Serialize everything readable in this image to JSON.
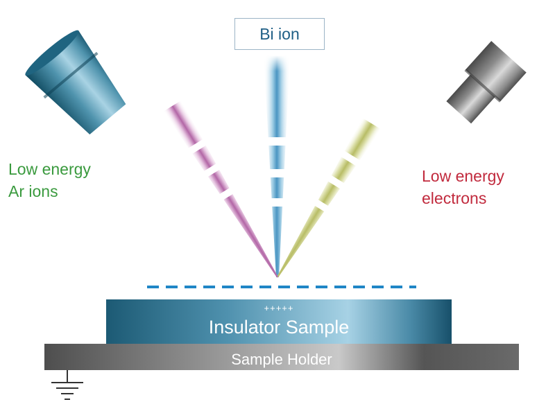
{
  "beams": {
    "bi": {
      "label": "Bi ion",
      "color": "#1f5f86"
    },
    "ar": {
      "label_line1": "Low energy",
      "label_line2": "Ar ions",
      "color": "#3a9a3e"
    },
    "electrons": {
      "label_line1": "Low energy",
      "label_line2": "electrons",
      "color": "#c12a3d"
    }
  },
  "sample": {
    "label": "Insulator Sample",
    "charge": "+++++"
  },
  "holder": {
    "label": "Sample Holder"
  },
  "colors": {
    "ion_beam_blue": "#3f8fbf",
    "ar_beam": "#b9bf6a",
    "electron_beam": "#b56aa8",
    "sample_dark": "#1c5a74",
    "sample_light": "#8fc1d8",
    "holder": "#6b6b6b",
    "dashed_line": "#1f86c6"
  }
}
